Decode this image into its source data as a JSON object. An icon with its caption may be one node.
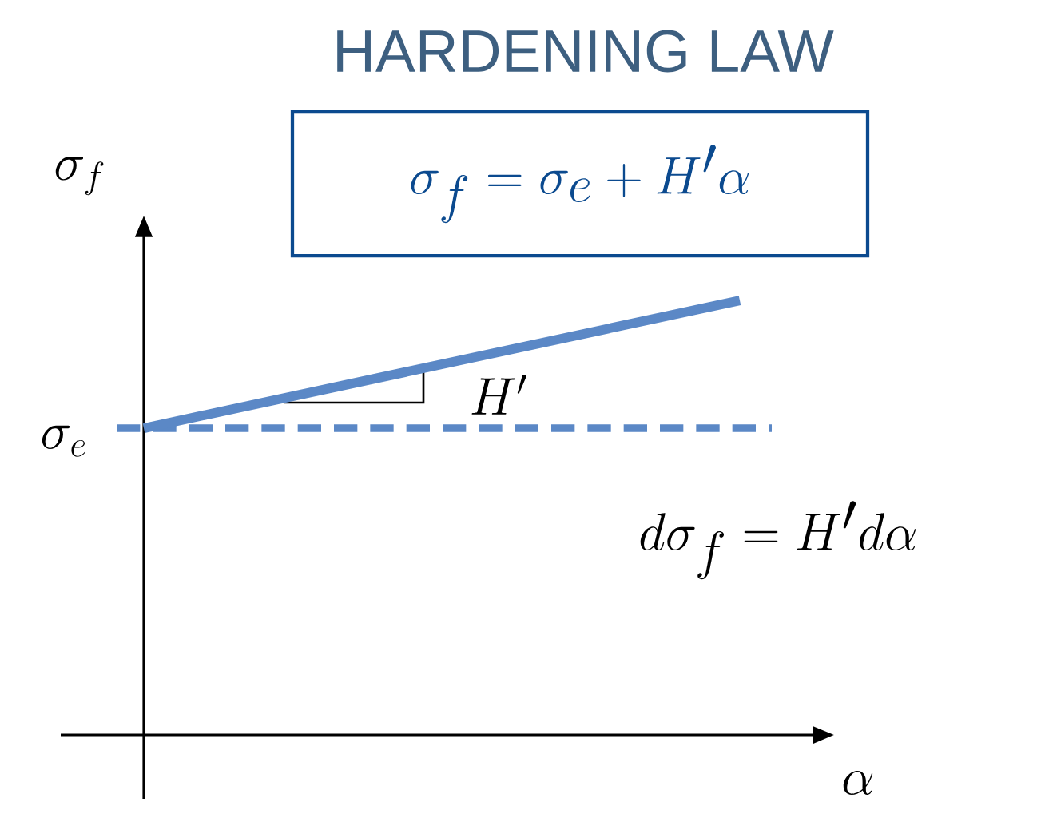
{
  "diagram": {
    "title": "HARDENING LAW",
    "nodes": [
      {
        "text": [
          "\\sigma_f = \\sigma_e + H'\\alpha"
        ]
      }
    ],
    "labels": [
      "\\sigma_f",
      "H'",
      "\\sigma_e",
      "d\\sigma_f = H'd\\alpha",
      "\\alpha"
    ]
  }
}
